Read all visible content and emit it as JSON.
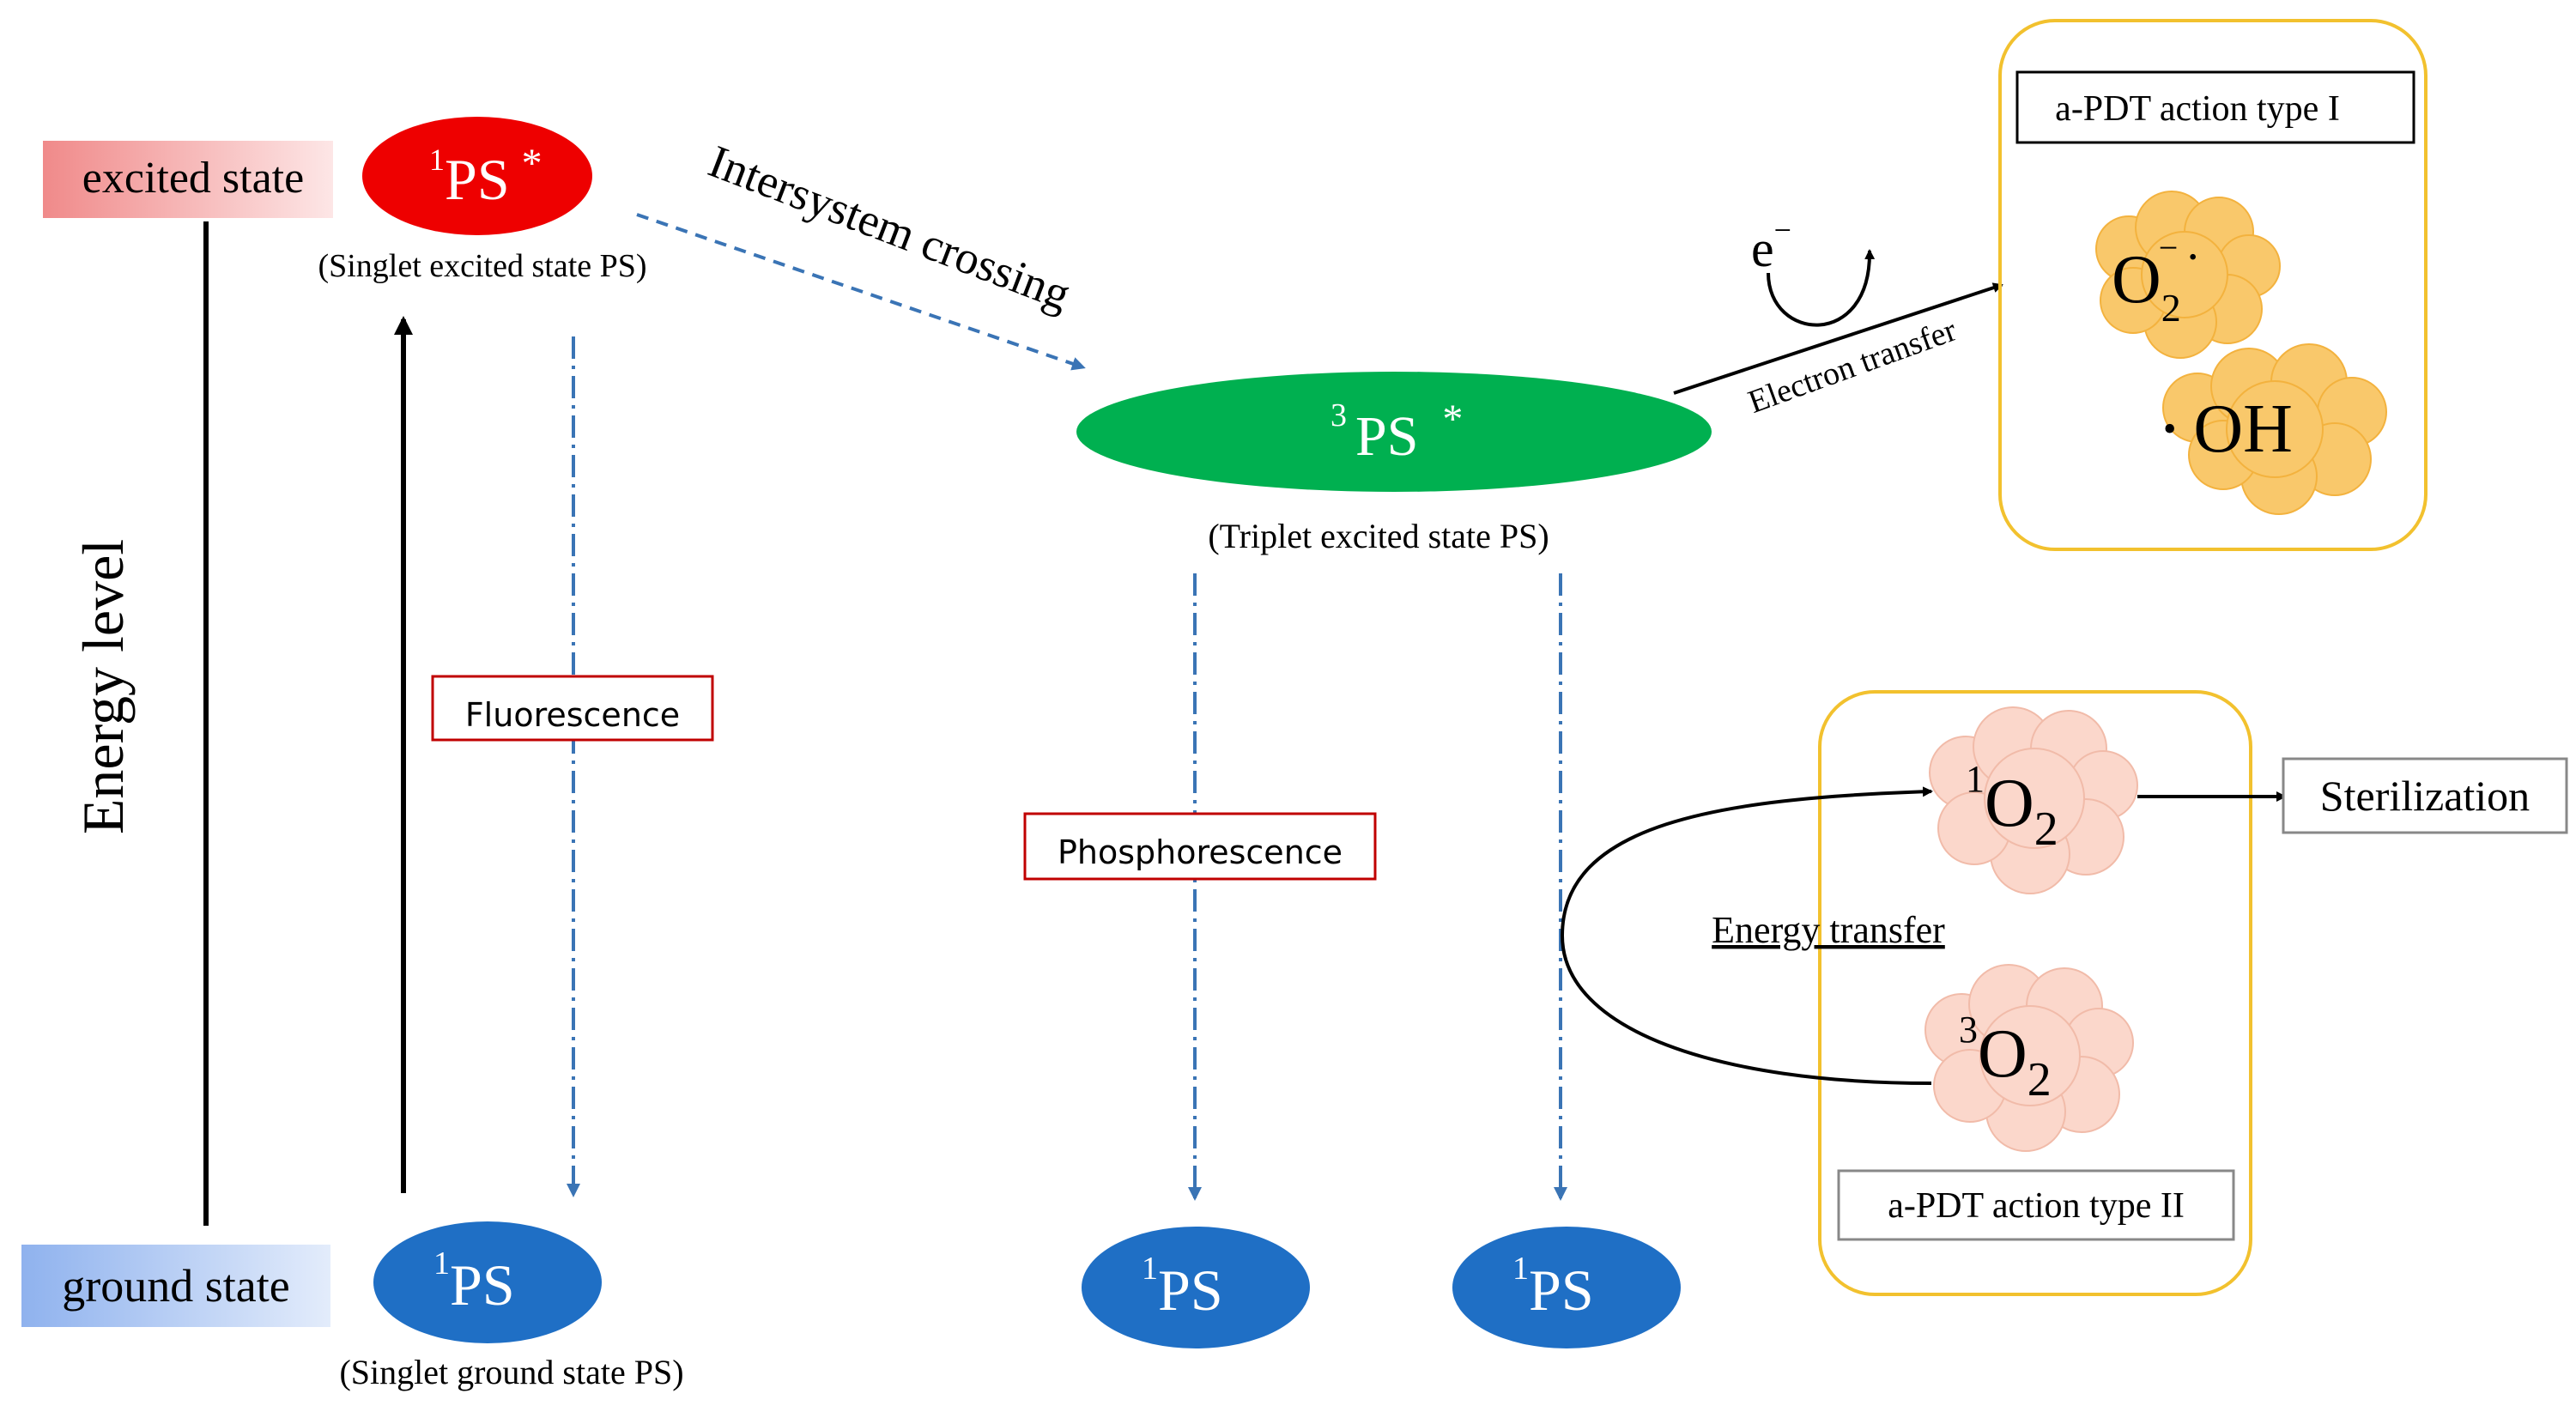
{
  "states": {
    "excited": "excited state",
    "ground": "ground state"
  },
  "axis_label": "Energy level",
  "nodes": {
    "singlet_excited": {
      "sup": "1",
      "main": "PS",
      "tail": "*",
      "caption": "(Singlet excited state PS)"
    },
    "triplet_excited": {
      "sup": "3",
      "main": "PS",
      "tail": "*",
      "caption": "(Triplet excited state PS)"
    },
    "singlet_ground": {
      "sup": "1",
      "main": "PS",
      "caption": "(Singlet ground state PS)"
    },
    "ground_b": {
      "sup": "1",
      "main": "PS"
    },
    "ground_c": {
      "sup": "1",
      "main": "PS"
    }
  },
  "processes": {
    "fluorescence": "Fluorescence",
    "phosphorescence": "Phosphorescence",
    "intersystem_crossing": "Intersystem crossing",
    "electron_transfer": "Electron transfer",
    "electron_symbol": "e",
    "electron_charge": "−",
    "energy_transfer": "Energy transfer"
  },
  "type1": {
    "title": "a-PDT action type I",
    "superoxide": {
      "main": "O",
      "sub": "2",
      "sup": "−",
      "dot": "·"
    },
    "hydroxyl": {
      "dot": "•",
      "main": "OH"
    }
  },
  "type2": {
    "title": "a-PDT action type II",
    "singlet_oxygen": {
      "sup": "1",
      "main": "O",
      "sub": "2"
    },
    "triplet_oxygen": {
      "sup": "3",
      "main": "O",
      "sub": "2"
    }
  },
  "outcome": "Sterilization",
  "colors": {
    "singlet_excited_fill": "#ee0000",
    "triplet_fill": "#00b050",
    "ground_fill": "#1f6fc5",
    "excited_band": "#f4a3a3",
    "ground_band": "#a4c2f4",
    "dash_line": "#3a74b5",
    "panel_border": "#f2c12e",
    "cloud_yellow": "#f9c86b",
    "cloud_pink": "#fbd7cb",
    "label_border_red": "#c00000",
    "node_text": "#ffffff"
  }
}
